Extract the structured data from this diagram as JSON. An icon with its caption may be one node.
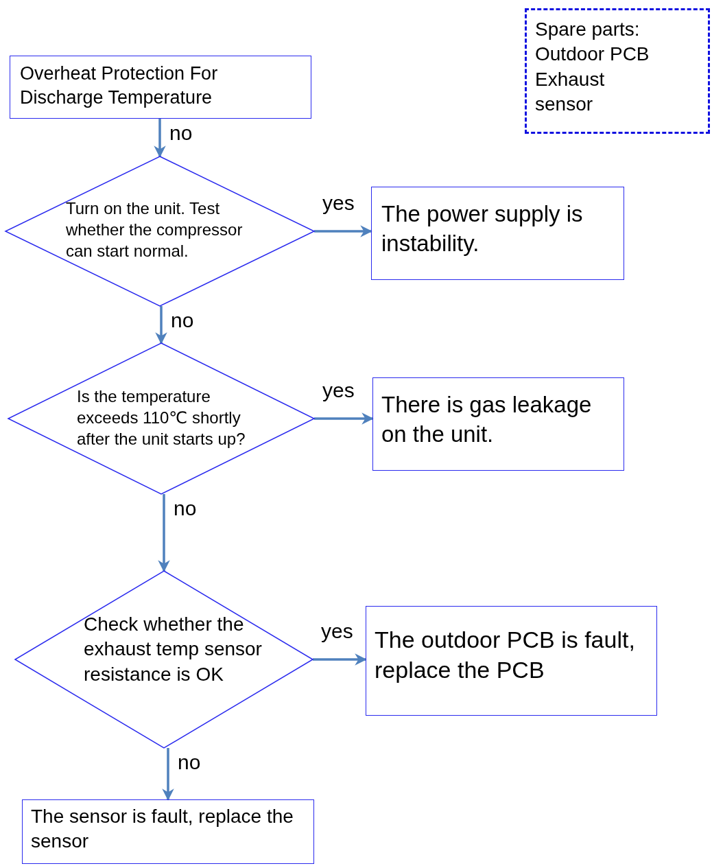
{
  "diagram": {
    "nodes": [
      {
        "text": [
          "Overheat Protection For Discharge Temperature"
        ]
      },
      {
        "text": [
          "Turn on the unit. Test whether the compressor can start normal."
        ]
      },
      {
        "text": [
          "The power supply is instability."
        ]
      },
      {
        "text": [
          "Is the temperature exceeds 110℃ shortly after the unit starts up?"
        ]
      },
      {
        "text": [
          "There is gas leakage on the unit."
        ]
      },
      {
        "text": [
          "Check whether the exhaust temp sensor resistance is OK"
        ]
      },
      {
        "text": [
          "The outdoor PCB is fault, replace the PCB"
        ]
      },
      {
        "text": [
          "The sensor is fault, replace the sensor"
        ]
      },
      {
        "text": [
          "Spare parts: Outdoor PCB Exhaust sensor"
        ]
      }
    ],
    "edges": [
      {
        "from": 0,
        "to": 1,
        "arrow": "to",
        "label": "no"
      },
      {
        "from": 1,
        "to": 2,
        "arrow": "to",
        "label": "yes"
      },
      {
        "from": 1,
        "to": 3,
        "arrow": "to",
        "label": "no"
      },
      {
        "from": 3,
        "to": 4,
        "arrow": "to",
        "label": "yes"
      },
      {
        "from": 3,
        "to": 5,
        "arrow": "to",
        "label": "no"
      },
      {
        "from": 5,
        "to": 6,
        "arrow": "to",
        "label": "yes"
      },
      {
        "from": 5,
        "to": 7,
        "arrow": "to",
        "label": "no"
      }
    ]
  }
}
